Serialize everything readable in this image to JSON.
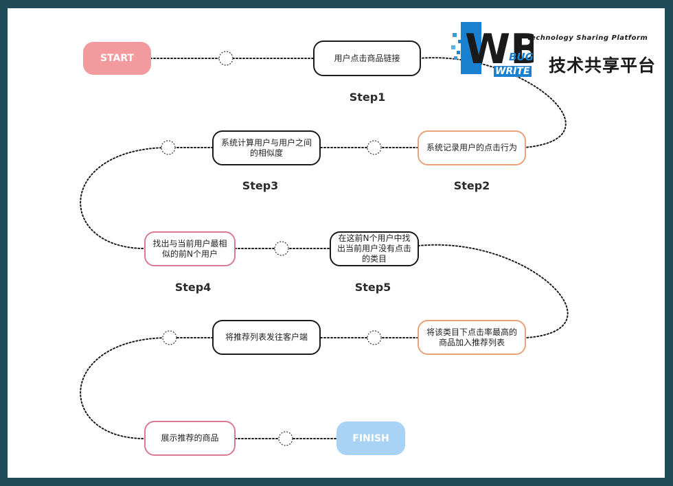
{
  "start": "START",
  "finish": "FINISH",
  "nodes": {
    "n1": "用户点击商品链接",
    "n2": "系统记录用户的点击行为",
    "n3": "系统计算用户与用户之间的相似度",
    "n4": "找出与当前用户最相似的前N个用户",
    "n5": "在这前N个用户中找出当前用户没有点击的类目",
    "n6": "将该类目下点击率最高的商品加入推荐列表",
    "n7": "将推荐列表发往客户端",
    "n8": "展示推荐的商品"
  },
  "steps": {
    "s1": "Step1",
    "s2": "Step2",
    "s3": "Step3",
    "s4": "Step4",
    "s5": "Step5"
  },
  "logo": {
    "tagline": "Technology Sharing Platform",
    "name": "技术共享平台",
    "bug": "BUG",
    "write": "WRITE",
    "mark": "WB"
  },
  "colors": {
    "start": "#f39a9e",
    "finish": "#a9d3f5",
    "border_dark": "#1a1a1a",
    "border_orange": "#e8a27a",
    "border_pink": "#d97a92",
    "logo_blue": "#1a80d0"
  }
}
